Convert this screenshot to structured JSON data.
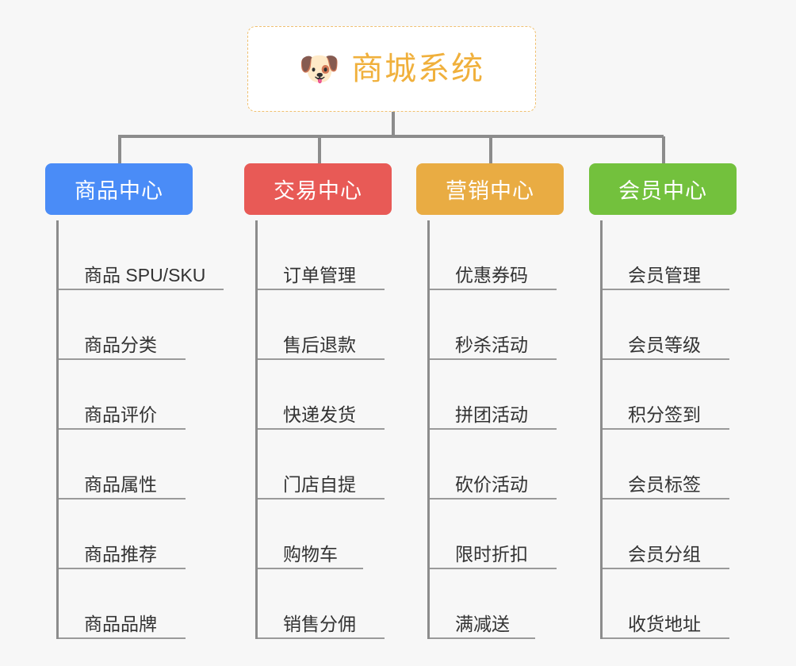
{
  "root": {
    "emoji": "🐶",
    "emoji_name": "dog-face-emoji",
    "title": "商城系统"
  },
  "theme": {
    "background": "#f7f7f7",
    "root_border": "#f0c070",
    "root_text": "#f0b03c",
    "connector": "#8c8c8c",
    "item_text": "#333333",
    "item_rule": "#9a9a9a"
  },
  "categories": [
    {
      "label": "商品中心",
      "color": "#4a8cf7",
      "items": [
        "商品 SPU/SKU",
        "商品分类",
        "商品评价",
        "商品属性",
        "商品推荐",
        "商品品牌"
      ]
    },
    {
      "label": "交易中心",
      "color": "#e85a56",
      "items": [
        "订单管理",
        "售后退款",
        "快递发货",
        "门店自提",
        "购物车",
        "销售分佣"
      ]
    },
    {
      "label": "营销中心",
      "color": "#e9ac43",
      "items": [
        "优惠券码",
        "秒杀活动",
        "拼团活动",
        "砍价活动",
        "限时折扣",
        "满减送"
      ]
    },
    {
      "label": "会员中心",
      "color": "#73c13d",
      "items": [
        "会员管理",
        "会员等级",
        "积分签到",
        "会员标签",
        "会员分组",
        "收货地址"
      ]
    }
  ]
}
